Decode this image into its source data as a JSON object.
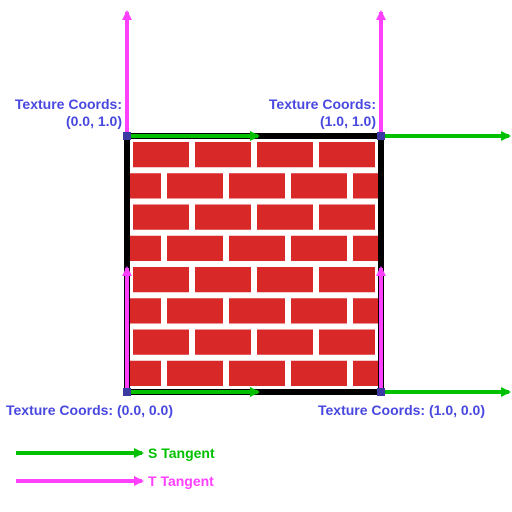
{
  "colors": {
    "s_tangent": "#00c000",
    "t_tangent": "#ff40ff",
    "brick": "#d82828",
    "mortar": "#ffffff",
    "border": "#000000",
    "label": "#4848e0",
    "corner_marker": "#3a3aa0"
  },
  "labels": {
    "top_left": {
      "title": "Texture Coords:",
      "coords": "(0.0, 1.0)"
    },
    "top_right": {
      "title": "Texture Coords:",
      "coords": "(1.0, 1.0)"
    },
    "bottom_left": "Texture Coords: (0.0, 0.0)",
    "bottom_right": "Texture Coords: (1.0, 0.0)"
  },
  "legend": {
    "s_tangent": "S Tangent",
    "t_tangent": "T Tangent"
  },
  "texture": {
    "pattern": "brick",
    "rows": 8,
    "bricks_per_row": 4
  }
}
